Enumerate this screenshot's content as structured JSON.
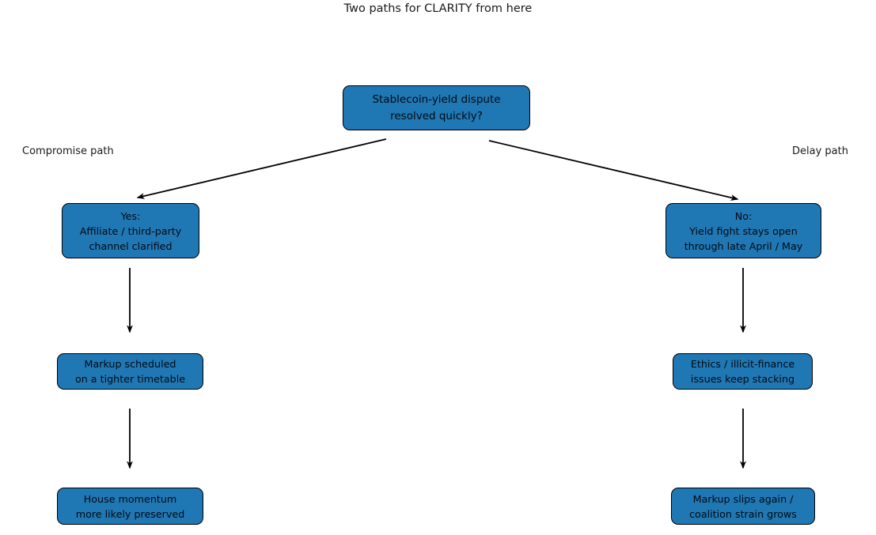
{
  "title": "Two paths for CLARITY from here",
  "branch_labels": {
    "left": "Compromise path",
    "right": "Delay path"
  },
  "nodes": {
    "root": {
      "text": "Stablecoin-yield dispute\nresolved quickly?"
    },
    "yes": {
      "text": "Yes:\nAffiliate / third-party\nchannel clarified"
    },
    "no": {
      "text": "No:\nYield fight stays open\nthrough late April / May"
    },
    "yes_2": {
      "text": "Markup scheduled\non a tighter timetable"
    },
    "no_2": {
      "text": "Ethics / illicit-finance\nissues keep stacking"
    },
    "yes_3": {
      "text": "House momentum\nmore likely preserved"
    },
    "no_3": {
      "text": "Markup slips again /\ncoalition strain grows"
    }
  },
  "colors": {
    "node_fill": "#1f77b4",
    "node_border": "#000000",
    "arrow": "#000000",
    "background": "#ffffff",
    "text": "#050a10"
  }
}
